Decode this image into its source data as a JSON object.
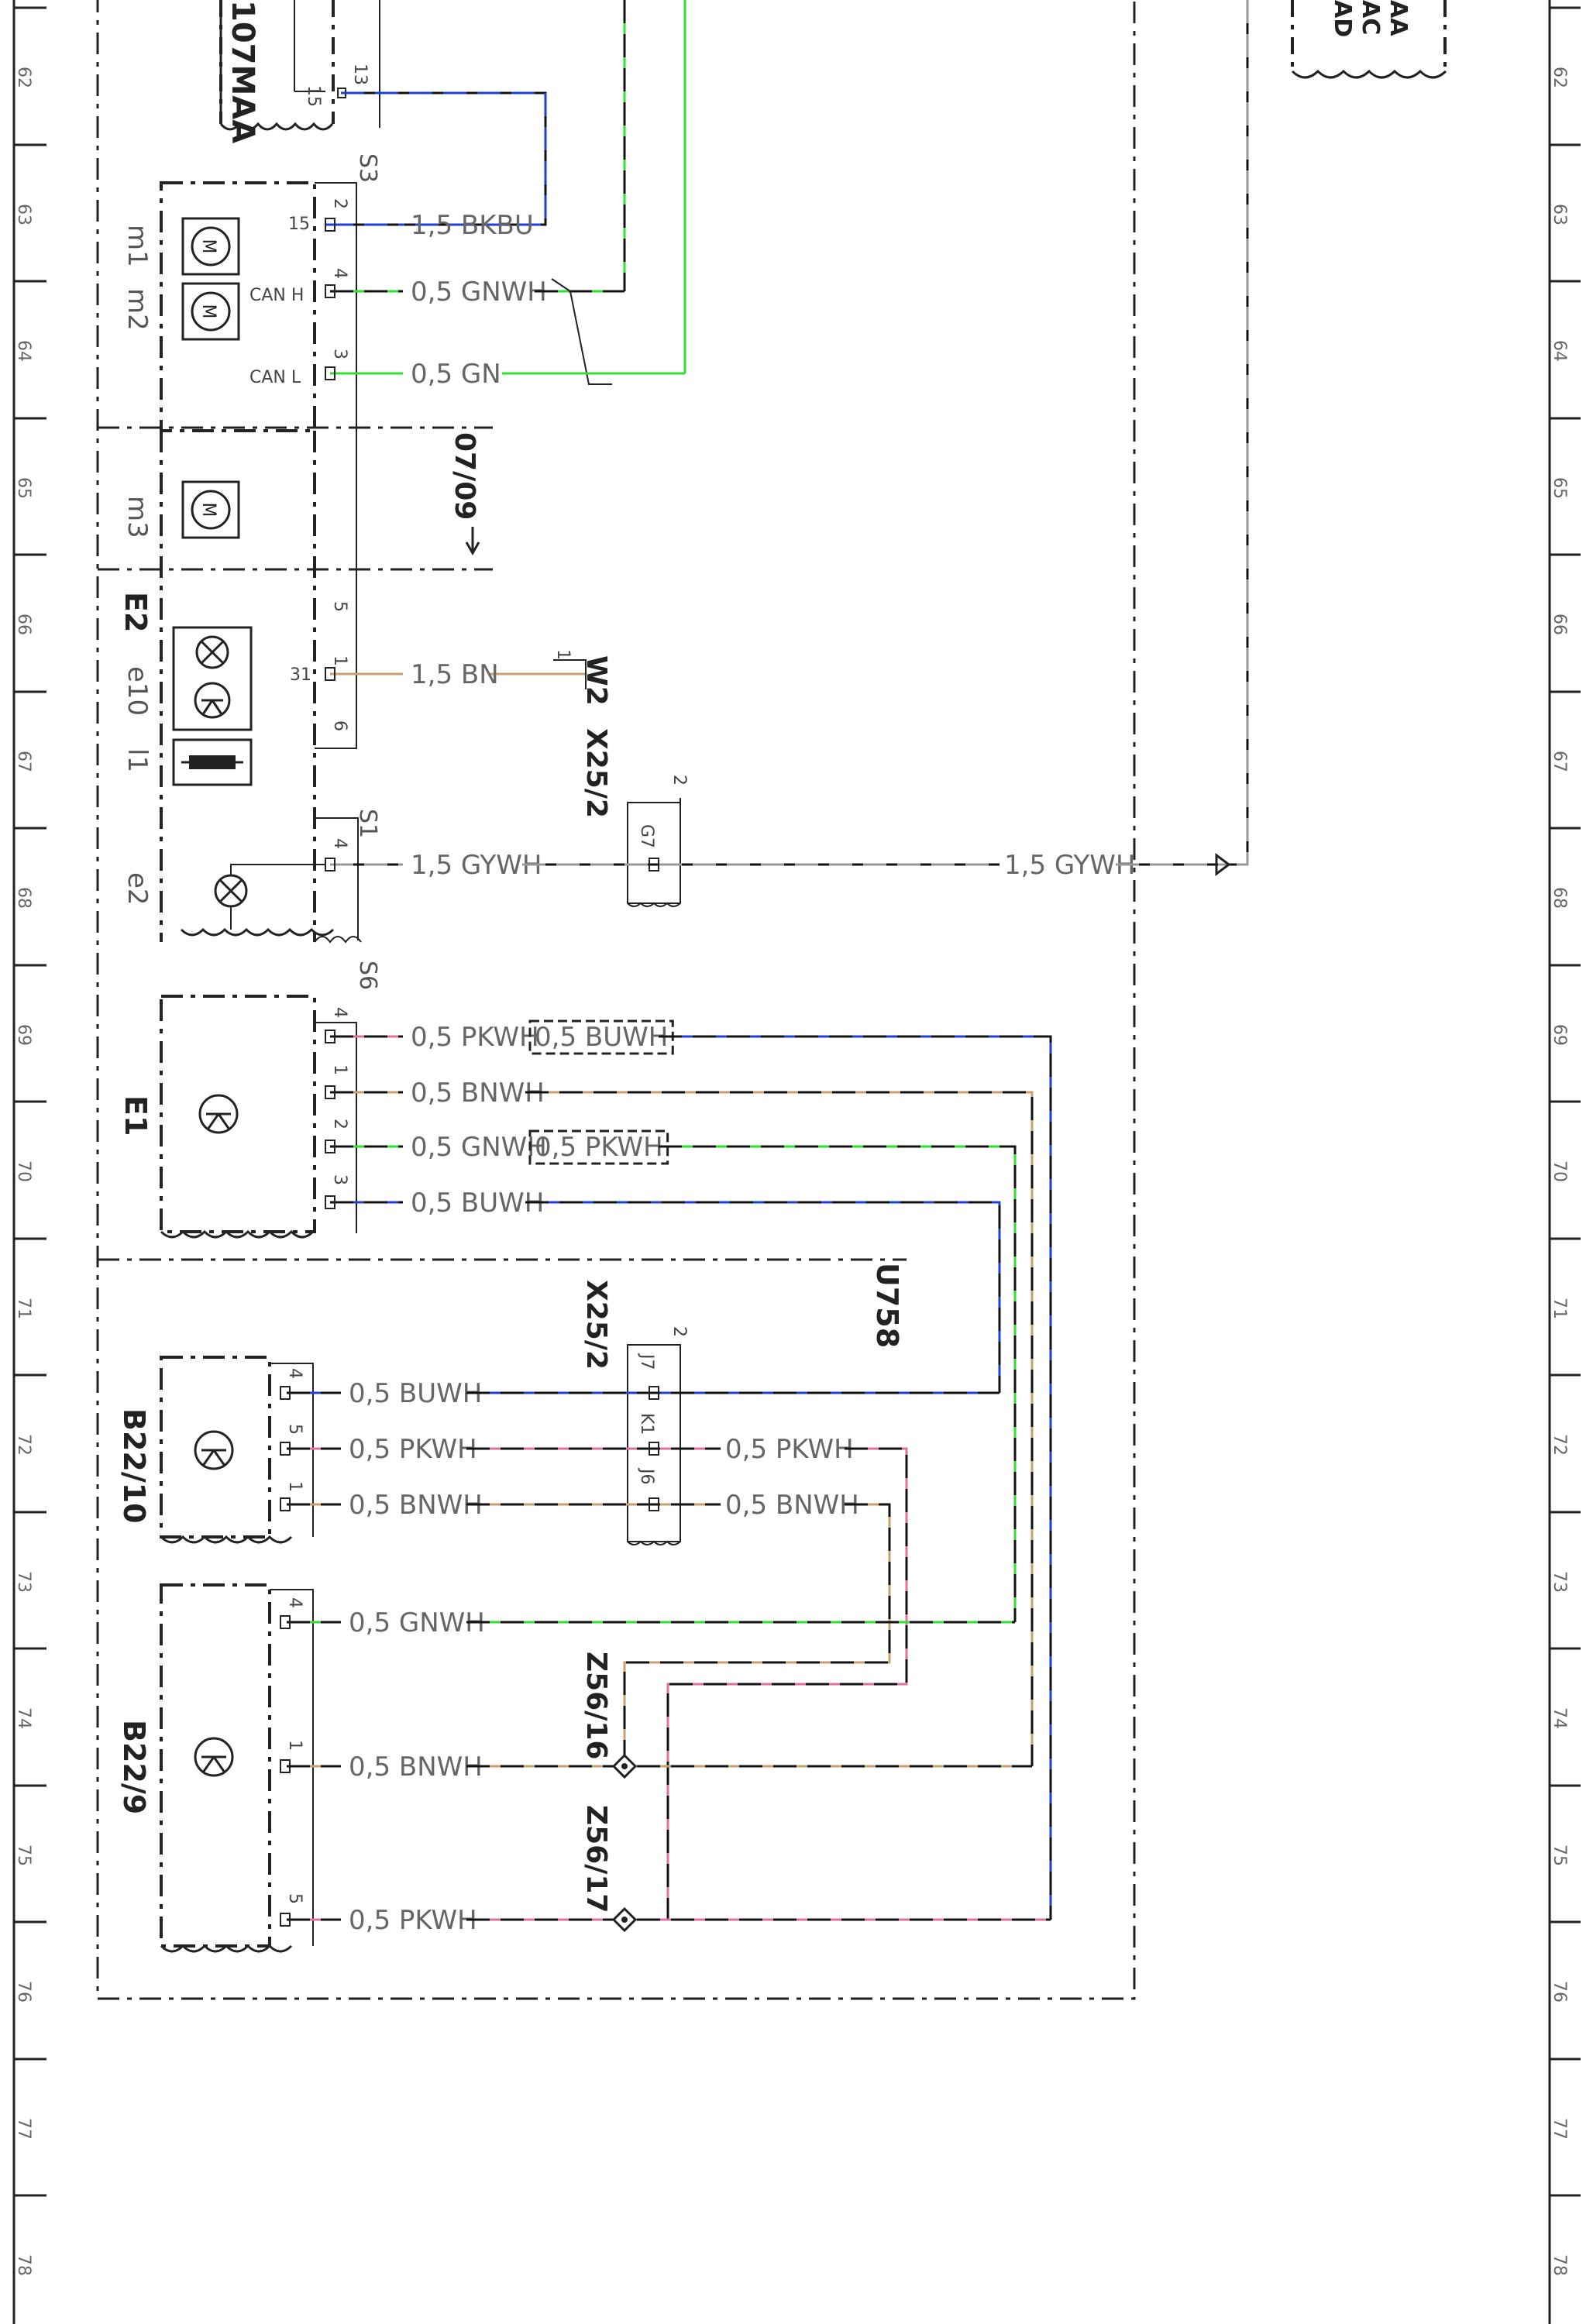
{
  "ruler": {
    "rows": [
      "62",
      "63",
      "64",
      "65",
      "66",
      "67",
      "68",
      "69",
      "70",
      "71",
      "72",
      "73",
      "74",
      "75",
      "76",
      "77",
      "78"
    ]
  },
  "colors": {
    "BK": "#111111",
    "BU": "#1f3fd0",
    "GN": "#33dd33",
    "WH": "#ffffff",
    "BN": "#c8a070",
    "PK": "#e070a0",
    "GY": "#999999"
  },
  "top_fragment": {
    "module_label": "107MAA",
    "pins": [
      "13",
      "15"
    ],
    "codes": [
      "AA",
      "AC",
      "AD"
    ]
  },
  "components": {
    "S3": "S3",
    "S1": "S1",
    "S6": "S6",
    "E2": "E2",
    "E1": "E1",
    "B22_10": "B22/10",
    "B22_9": "B22/9",
    "U758": "U758",
    "W2": "W2",
    "X25_2_top": "X25/2",
    "X25_2_bottom": "X25/2",
    "Z56_16": "Z56/16",
    "Z56_17": "Z56/17"
  },
  "sub_labels": {
    "m1": "m1",
    "m2": "m2",
    "m3": "m3",
    "e10": "e10",
    "l1": "l1",
    "e2": "e2"
  },
  "cross_reference": "07/09",
  "pin_labels": {
    "s3_2": "2",
    "s3_15": "15",
    "s3_4": "4",
    "can_h": "CAN H",
    "s3_3": "3",
    "can_l": "CAN L",
    "e2_5": "5",
    "e2_1": "1",
    "e2_31": "31",
    "e2_6": "6",
    "s1_4": "4",
    "e1_4": "4",
    "e1_1": "1",
    "e1_2": "2",
    "e1_3": "3",
    "b2210_4": "4",
    "b2210_5": "5",
    "b2210_1": "1",
    "b229_4": "4",
    "b229_1": "1",
    "b229_5": "5",
    "x25_2_a": "2",
    "g7": "G7",
    "x25_2_b": "2",
    "j7": "J7",
    "k1": "K1",
    "j6": "J6",
    "w2_1": "1"
  },
  "wires": {
    "bkbu": "1,5  BKBU",
    "gnwh_can": "0,5  GNWH",
    "gn_can": "0,5  GN",
    "bn_31": "1,5  BN",
    "gywh_left": "1,5  GYWH",
    "gywh_right": "1,5  GYWH",
    "e1_pkwh": "0,5  PKWH",
    "e1_buwh_box": "0,5  BUWH",
    "e1_bnwh": "0,5  BNWH",
    "e1_gnwh": "0,5  GNWH",
    "e1_pkwh_box": "0,5  PKWH",
    "e1_buwh": "0,5  BUWH",
    "b2210_buwh": "0,5  BUWH",
    "b2210_pkwh": "0,5  PKWH",
    "b2210_bnwh": "0,5  BNWH",
    "x25_pkwh": "0,5  PKWH",
    "x25_bnwh": "0,5  BNWH",
    "b229_gnwh": "0,5  GNWH",
    "b229_bnwh": "0,5  BNWH",
    "b229_pkwh": "0,5  PKWH"
  }
}
